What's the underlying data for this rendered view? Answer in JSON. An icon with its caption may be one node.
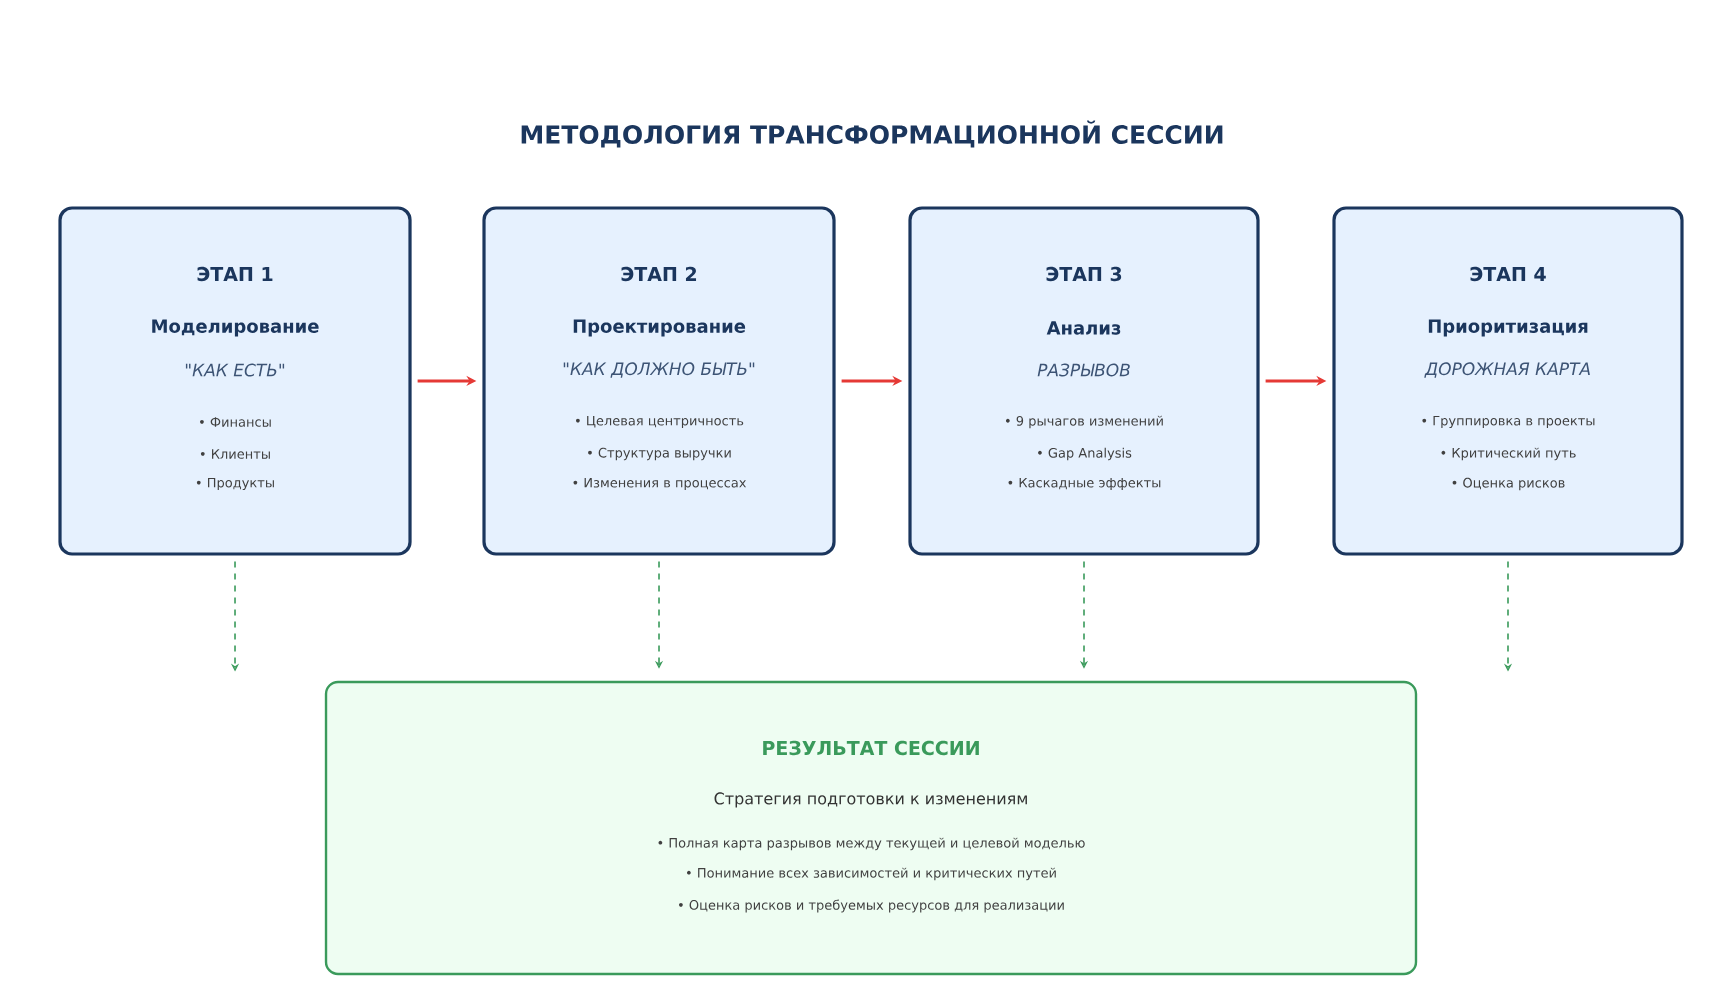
{
  "diagram": {
    "title": "МЕТОДОЛОГИЯ ТРАНСФОРМАЦИОННОЙ СЕССИИ",
    "nodes": [
      {
        "text": [
          "ЭТАП 1",
          "Моделирование",
          "\"КАК ЕСТЬ\"",
          "• Финансы",
          "• Клиенты",
          "• Продукты"
        ]
      },
      {
        "text": [
          "ЭТАП 2",
          "Проектирование",
          "\"КАК ДОЛЖНО БЫТЬ\"",
          "• Целевая центричность",
          "• Структура выручки",
          "• Изменения в процессах"
        ]
      },
      {
        "text": [
          "ЭТАП 3",
          "Анализ",
          "РАЗРЫВОВ",
          "• 9 рычагов изменений",
          "• Gap Analysis",
          "• Каскадные эффекты"
        ]
      },
      {
        "text": [
          "ЭТАП 4",
          "Приоритизация",
          "ДОРОЖНАЯ КАРТА",
          "• Группировка в проекты",
          "• Критический путь",
          "• Оценка рисков"
        ]
      },
      {
        "text": [
          "РЕЗУЛЬТАТ СЕССИИ",
          "Стратегия подготовки к изменениям",
          "• Полная карта разрывов между текущей и целевой моделью",
          "• Понимание всех зависимостей и критических путей",
          "• Оценка рисков и требуемых ресурсов для реализации"
        ]
      }
    ],
    "edges": [
      {
        "from": 0,
        "to": 1,
        "arrow": "to",
        "color": "#e53935"
      },
      {
        "from": 1,
        "to": 2,
        "arrow": "to",
        "color": "#e53935"
      },
      {
        "from": 2,
        "to": 3,
        "arrow": "to",
        "color": "#e53935"
      },
      {
        "from": 0,
        "to": null,
        "arrow": "to",
        "style": "dashed",
        "color": "#3a9a5b"
      },
      {
        "from": 1,
        "to": 4,
        "arrow": "to",
        "style": "dashed",
        "color": "#3a9a5b"
      },
      {
        "from": 2,
        "to": 4,
        "arrow": "to",
        "style": "dashed",
        "color": "#3a9a5b"
      },
      {
        "from": 3,
        "to": null,
        "arrow": "to",
        "style": "dashed",
        "color": "#3a9a5b"
      }
    ]
  }
}
